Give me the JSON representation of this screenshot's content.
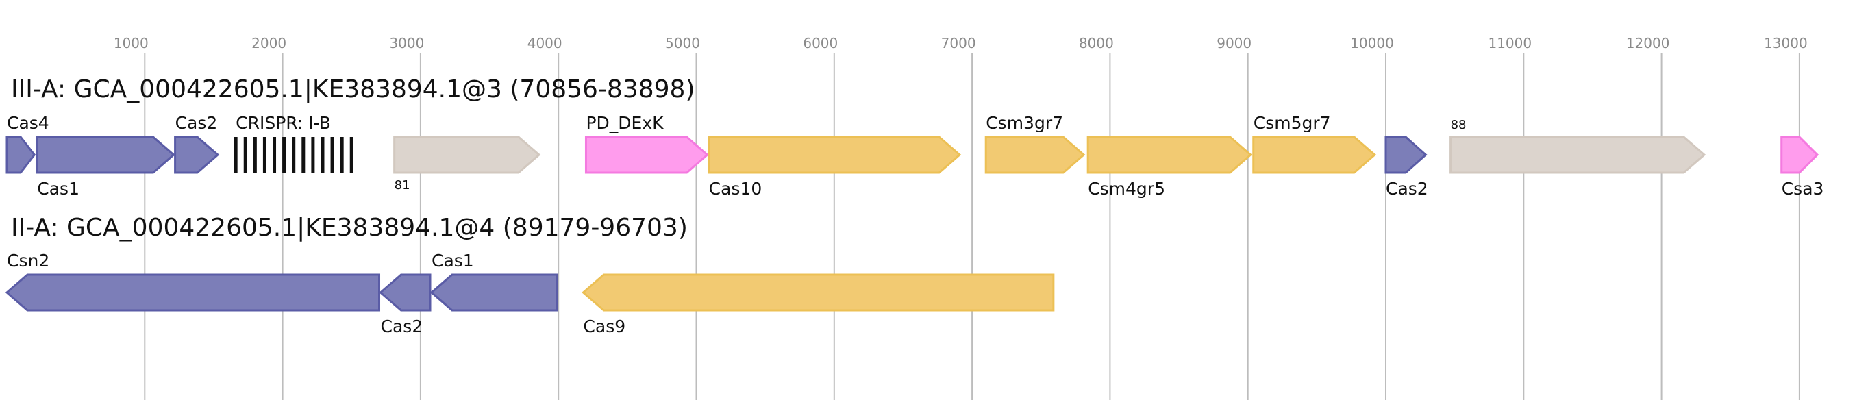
{
  "colors": {
    "blue_fill": "#7c7eb8",
    "blue_stroke": "#5a5ca6",
    "beige_fill": "#dcd4cd",
    "beige_stroke": "#d2c8bf",
    "pink_fill": "#ff9ced",
    "pink_stroke": "#f47ae0",
    "yellow_fill": "#f2ca72",
    "yellow_stroke": "#ecc055",
    "crispr": "#111111"
  },
  "axis": {
    "ticks": [
      1000,
      2000,
      3000,
      4000,
      5000,
      6000,
      7000,
      8000,
      9000,
      10000,
      11000,
      12000,
      13000
    ],
    "tick_labels": [
      "1000",
      "2000",
      "3000",
      "4000",
      "5000",
      "6000",
      "7000",
      "8000",
      "9000",
      "10000",
      "11000",
      "12000",
      "13000"
    ]
  },
  "loci": [
    {
      "title": "III-A: GCA_000422605.1|KE383894.1@3 (70856-83898)",
      "genes": [
        {
          "label": "Cas4",
          "start": 0,
          "end": 200,
          "strand": 1,
          "color": "blue",
          "label_pos": "above"
        },
        {
          "label": "Cas1",
          "start": 220,
          "end": 1210,
          "strand": 1,
          "color": "blue",
          "label_pos": "below"
        },
        {
          "label": "Cas2",
          "start": 1220,
          "end": 1530,
          "strand": 1,
          "color": "blue",
          "label_pos": "above"
        },
        {
          "label": "CRISPR: I-B",
          "start": 1660,
          "end": 2500,
          "type": "crispr",
          "color": "crispr",
          "label_pos": "above"
        },
        {
          "label": "81",
          "start": 2810,
          "end": 3860,
          "strand": 1,
          "color": "beige",
          "label_pos": "below",
          "small": true
        },
        {
          "label": "PD_DExK",
          "start": 4200,
          "end": 5080,
          "strand": 1,
          "color": "pink",
          "label_pos": "above"
        },
        {
          "label": "Cas10",
          "start": 5090,
          "end": 6910,
          "strand": 1,
          "color": "yellow",
          "label_pos": "below"
        },
        {
          "label": "Csm3gr7",
          "start": 7100,
          "end": 7810,
          "strand": 1,
          "color": "yellow",
          "label_pos": "above"
        },
        {
          "label": "Csm4gr5",
          "start": 7840,
          "end": 9020,
          "strand": 1,
          "color": "yellow",
          "label_pos": "below"
        },
        {
          "label": "Csm5gr7",
          "start": 9040,
          "end": 9920,
          "strand": 1,
          "color": "yellow",
          "label_pos": "above"
        },
        {
          "label": "Cas2",
          "start": 10000,
          "end": 10290,
          "strand": 1,
          "color": "blue",
          "label_pos": "below"
        },
        {
          "label": "88",
          "start": 10470,
          "end": 12310,
          "strand": 1,
          "color": "beige",
          "label_pos": "above",
          "small": true
        },
        {
          "label": "Csa3",
          "start": 12870,
          "end": 13130,
          "strand": 1,
          "color": "pink",
          "label_pos": "below"
        }
      ]
    },
    {
      "title": "II-A: GCA_000422605.1|KE383894.1@4 (89179-96703)",
      "genes": [
        {
          "label": "Csn2",
          "start": 0,
          "end": 2700,
          "strand": -1,
          "color": "blue",
          "label_pos": "above"
        },
        {
          "label": "Cas2",
          "start": 2710,
          "end": 3070,
          "strand": -1,
          "color": "blue",
          "label_pos": "below"
        },
        {
          "label": "Cas1",
          "start": 3080,
          "end": 3990,
          "strand": -1,
          "color": "blue",
          "label_pos": "above"
        },
        {
          "label": "Cas9",
          "start": 4180,
          "end": 7590,
          "strand": -1,
          "color": "yellow",
          "label_pos": "below"
        }
      ]
    }
  ]
}
